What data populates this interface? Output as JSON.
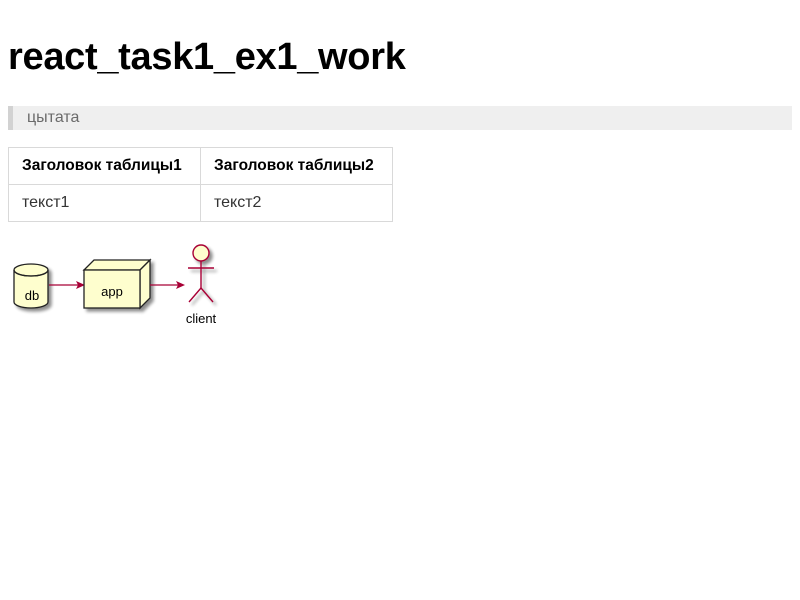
{
  "page": {
    "title": "react_task1_ex1_work",
    "quote": "цытата"
  },
  "table": {
    "headers": [
      "Заголовок таблицы1",
      "Заголовок таблицы2"
    ],
    "rows": [
      [
        "текст1",
        "текст2"
      ]
    ]
  },
  "diagram": {
    "nodes": {
      "db": "db",
      "app": "app",
      "client": "client"
    },
    "colors": {
      "node_fill": "#fefece",
      "node_stroke": "#222222",
      "arrow": "#a80036",
      "actor_stroke": "#a80036"
    }
  }
}
